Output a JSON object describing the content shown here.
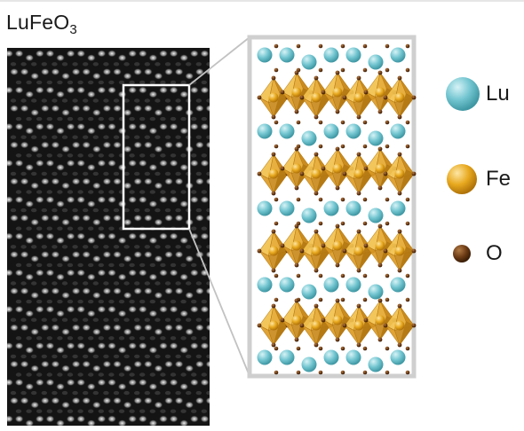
{
  "title": {
    "formula_base": "LuFeO",
    "formula_subscript": "3"
  },
  "legend": [
    {
      "label": "Lu",
      "color": "#6cc4cf"
    },
    {
      "label": "Fe",
      "color": "#e8a91f"
    },
    {
      "label": "O",
      "color": "#6b3a14"
    }
  ],
  "colors": {
    "stem_background": "#121212",
    "atom_column": "#e6e6e6",
    "selection_box": "#ffffff",
    "inset_frame": "#c9c9c9",
    "connector_lines": "#bdbdbd",
    "octahedron": "#e7a93a"
  }
}
